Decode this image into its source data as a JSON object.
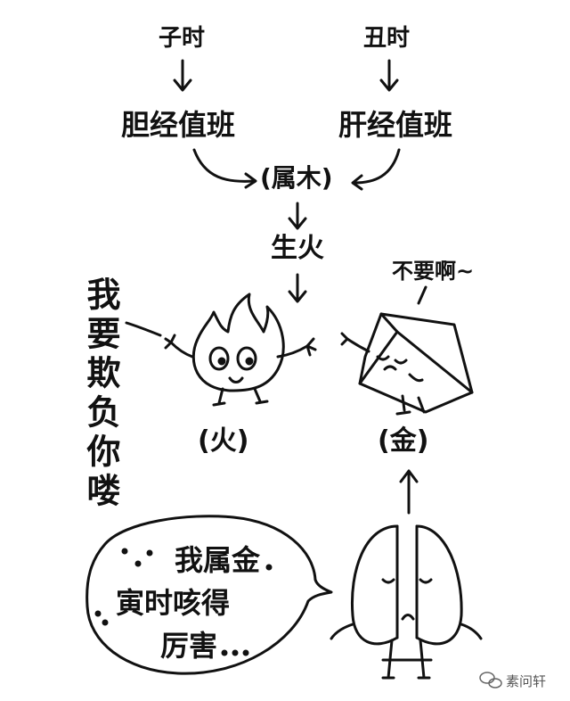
{
  "top": {
    "zi_shi": "子时",
    "chou_shi": "丑时",
    "gallbladder": "胆经值班",
    "liver": "肝经值班",
    "belongs_wood": "(属木)",
    "produces_fire": "生火"
  },
  "fire": {
    "speech": "我要欺负你喽",
    "label": "(火)"
  },
  "metal": {
    "speech": "不要啊~",
    "label": "(金)"
  },
  "lung": {
    "bubble_line1": "我属金",
    "bubble_line2": "寅时咳得",
    "bubble_line3": "厉害"
  },
  "watermark": {
    "text": "素问轩",
    "icon": "wechat-icon"
  },
  "colors": {
    "ink": "#111111",
    "background": "#ffffff"
  }
}
